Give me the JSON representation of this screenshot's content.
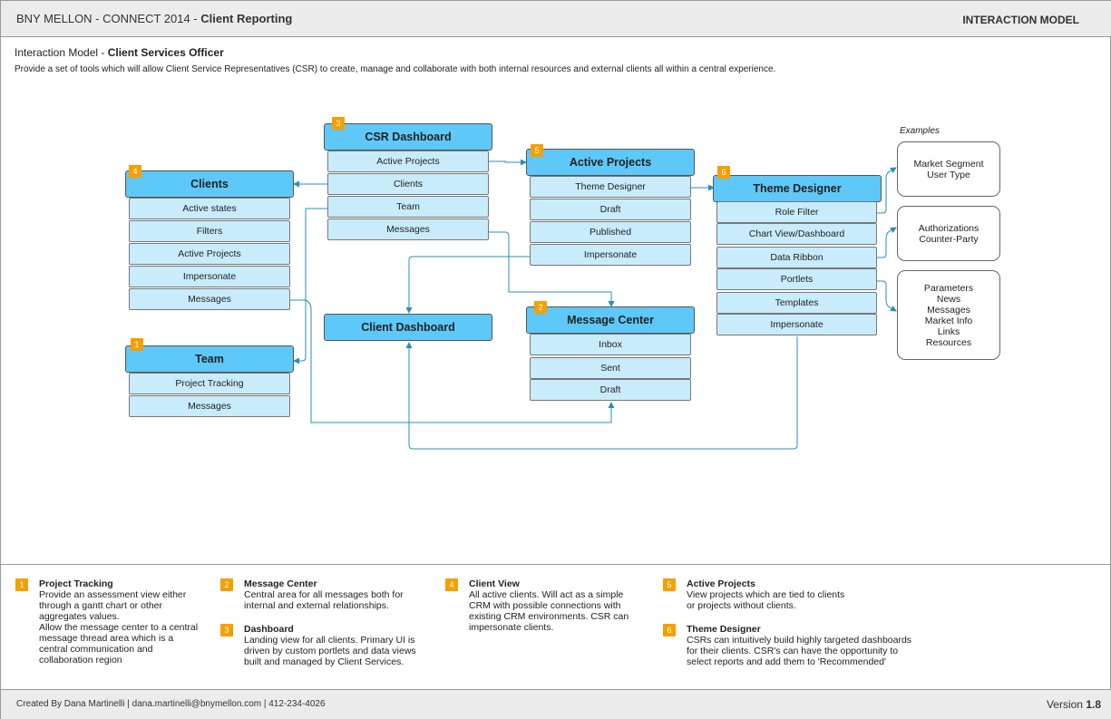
{
  "header": {
    "app_title": "BNY MELLON - CONNECT 2014 - ",
    "app_subtitle": "Client Reporting",
    "model_label": "INTERACTION MODEL"
  },
  "intro": {
    "title_prefix": "Interaction Model - ",
    "title_role": "Client Services Officer",
    "description": "Provide a set of tools which will allow Client Service Representatives (CSR) to create, manage and collaborate with both internal resources and external clients all within a central experience."
  },
  "diagram": {
    "csr_dashboard": {
      "badge": "3",
      "title": "CSR Dashboard",
      "items": [
        "Active Projects",
        "Clients",
        "Team",
        "Messages"
      ]
    },
    "clients": {
      "badge": "4",
      "title": "Clients",
      "items": [
        "Active states",
        "Filters",
        "Active Projects",
        "Impersonate",
        "Messages"
      ]
    },
    "team": {
      "badge": "1",
      "title": "Team",
      "items": [
        "Project Tracking",
        "Messages"
      ]
    },
    "client_dashboard": {
      "title": "Client Dashboard"
    },
    "active_projects": {
      "badge": "5",
      "title": "Active Projects",
      "items": [
        "Theme Designer",
        "Draft",
        "Published",
        "Impersonate"
      ]
    },
    "message_center": {
      "badge": "2",
      "title": "Message Center",
      "items": [
        "Inbox",
        "Sent",
        "Draft"
      ]
    },
    "theme_designer": {
      "badge": "6",
      "title": "Theme Designer",
      "items": [
        "Role Filter",
        "Chart View/Dashboard",
        "Data Ribbon",
        "Portlets",
        "Templates",
        "Impersonate"
      ]
    },
    "examples": {
      "label": "Examples",
      "box1": [
        "Market Segment",
        "User Type"
      ],
      "box2": [
        "Authorizations",
        "Counter-Party"
      ],
      "box3": [
        "Parameters",
        "News",
        "Messages",
        "Market Info",
        "Links",
        "Resources"
      ]
    }
  },
  "legend": [
    {
      "badge": "1",
      "title": "Project Tracking",
      "body": "Provide an assessment view either\nthrough a gantt chart or other\naggregates values.\nAllow the message center to a central\nmessage thread area which is a\ncentral communication and\ncollaboration region"
    },
    {
      "badge": "2",
      "title": "Message Center",
      "body": "Central area for all messages both for\ninternal and external relationships."
    },
    {
      "badge": "3",
      "title": "Dashboard",
      "body": "Landing view for all clients. Primary UI is\ndriven by custom portlets and data views\nbuilt and managed by Client Services."
    },
    {
      "badge": "4",
      "title": "Client View",
      "body": "All active clients. Will act as a simple\nCRM with possible connections with\nexisting CRM environments. CSR can\nimpersonate clients."
    },
    {
      "badge": "5",
      "title": "Active Projects",
      "body": "View projects which are tied to clients\nor projects without clients."
    },
    {
      "badge": "6",
      "title": "Theme Designer",
      "body": "CSRs can intuitively build highly targeted dashboards\nfor their clients. CSR's can have the opportunity to\nselect reports and add them to 'Recommended'"
    }
  ],
  "footer": {
    "credit": "Created By Dana Martinelli | dana.martinelli@bnymellon.com | 412-234-4026",
    "version_label": "Version ",
    "version_number": "1.8"
  },
  "colors": {
    "header_fill": "#5ec8f8",
    "item_fill": "#c8ecfc",
    "badge": "#f5a000",
    "connector": "#2a8fb8"
  }
}
